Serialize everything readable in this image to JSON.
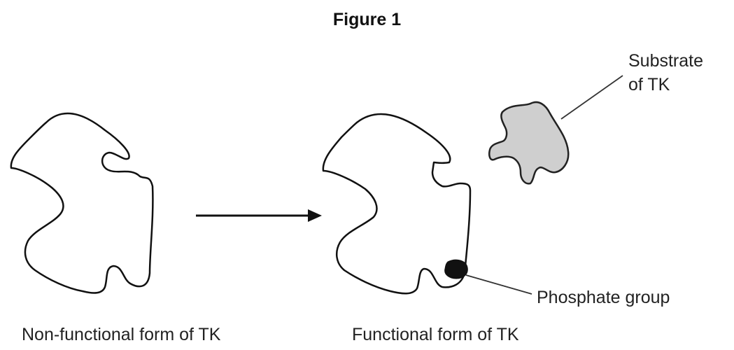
{
  "figure": {
    "title": "Figure 1"
  },
  "labels": {
    "non_functional": "Non-functional form of TK",
    "functional": "Functional form of TK",
    "phosphate": "Phosphate group",
    "substrate_line1": "Substrate",
    "substrate_line2": "of TK"
  },
  "colors": {
    "outline": "#111111",
    "substrate_fill": "#cfcfcf",
    "phosphate_fill": "#111111"
  }
}
